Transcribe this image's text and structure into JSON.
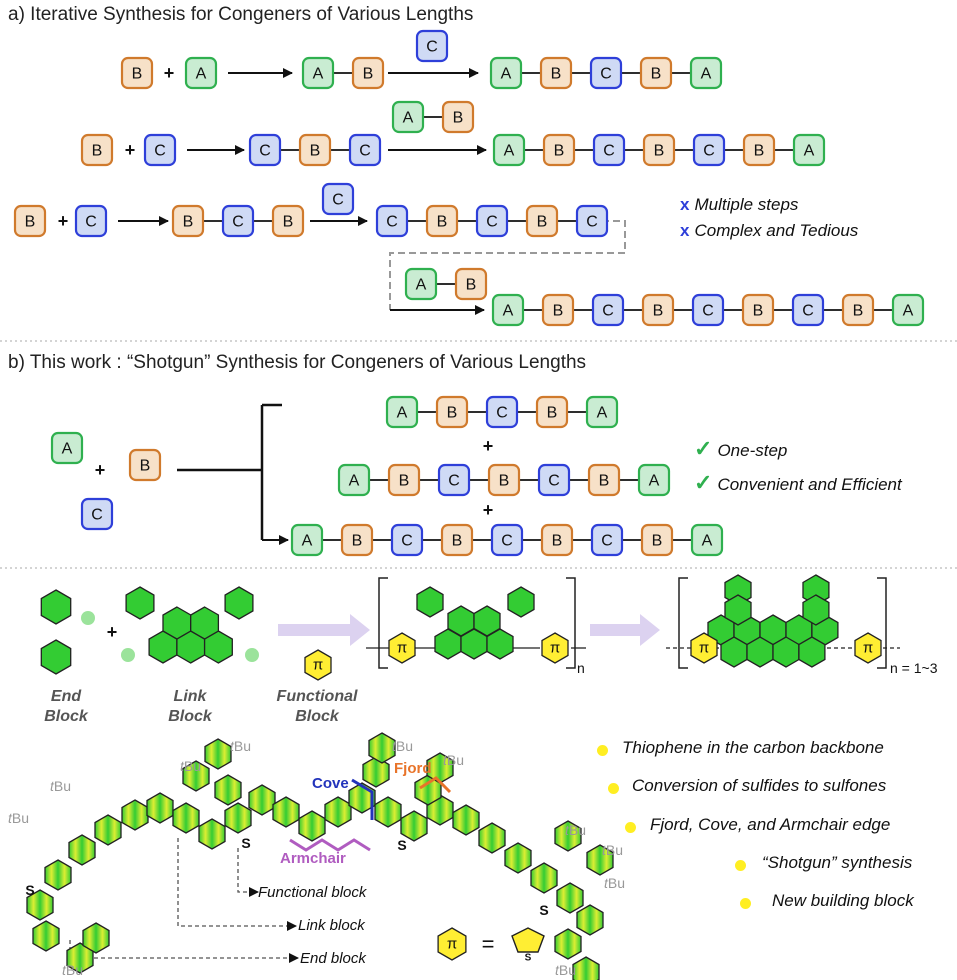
{
  "section_a": {
    "heading": "a) Iterative Synthesis for Congeners of Various Lengths",
    "notes": [
      "Multiple steps",
      "Complex and Tedious"
    ],
    "note_mark": "x",
    "plus": "+"
  },
  "section_b": {
    "heading": "b) This work : “Shotgun” Synthesis for Congeners of Various Lengths",
    "notes": [
      "One-step",
      "Convenient and Efficient"
    ],
    "note_mark": "✓",
    "plus": "+"
  },
  "blocks": {
    "A": "A",
    "B": "B",
    "C": "C"
  },
  "block_colors": {
    "A": {
      "fill": "#c9ecd2",
      "stroke": "#2fb04f"
    },
    "B": {
      "fill": "#f7e1c8",
      "stroke": "#d07a2c"
    },
    "C": {
      "fill": "#cfdaf5",
      "stroke": "#2e3fd9"
    }
  },
  "sequences": {
    "a_row1": {
      "reactants": [
        "B",
        "A"
      ],
      "intermediate": [
        "A",
        "B"
      ],
      "reagent": [
        "C"
      ],
      "product": [
        "A",
        "B",
        "C",
        "B",
        "A"
      ]
    },
    "a_row2": {
      "reactants": [
        "B",
        "C"
      ],
      "intermediate": [
        "C",
        "B",
        "C"
      ],
      "reagent": [
        "A",
        "B"
      ],
      "product": [
        "A",
        "B",
        "C",
        "B",
        "C",
        "B",
        "A"
      ]
    },
    "a_row3": {
      "reactants": [
        "B",
        "C"
      ],
      "intermediate": [
        "B",
        "C",
        "B"
      ],
      "reagent": [
        "C"
      ],
      "intermediate2": [
        "C",
        "B",
        "C",
        "B",
        "C"
      ],
      "reagent2": [
        "A",
        "B"
      ],
      "product": [
        "A",
        "B",
        "C",
        "B",
        "C",
        "B",
        "C",
        "B",
        "A"
      ]
    },
    "b_products": [
      [
        "A",
        "B",
        "C",
        "B",
        "A"
      ],
      [
        "A",
        "B",
        "C",
        "B",
        "C",
        "B",
        "A"
      ],
      [
        "A",
        "B",
        "C",
        "B",
        "C",
        "B",
        "C",
        "B",
        "A"
      ]
    ]
  },
  "section_c": {
    "end_block": "End\nBlock",
    "link_block": "Link\nBlock",
    "functional_block": "Functional\nBlock",
    "pi": "π",
    "n": "n",
    "n_range": "n = 1~3",
    "hex_color": "#33cc33",
    "pi_color": "#ffee33",
    "arrow_color": "#dcd2f0"
  },
  "section_d": {
    "edges": {
      "cove": "Cove",
      "fjord": "Fjord",
      "armchair": "Armchair"
    },
    "edge_colors": {
      "cove": "#2233bb",
      "fjord": "#e8742a",
      "armchair": "#b05cc0"
    },
    "callouts": [
      "Functional block",
      "Link block",
      "End block"
    ],
    "tbu_prefix": "t",
    "tbu_suffix": "Bu",
    "sulfur": "S",
    "equation_pi": "π",
    "equation_equals": "=",
    "bullets": [
      "Thiophene in the carbon backbone",
      "Conversion of sulfides to sulfones",
      "Fjord, Cove, and Armchair edge",
      "“Shotgun” synthesis",
      "New building block"
    ],
    "bullet_color": "#ffee22"
  }
}
